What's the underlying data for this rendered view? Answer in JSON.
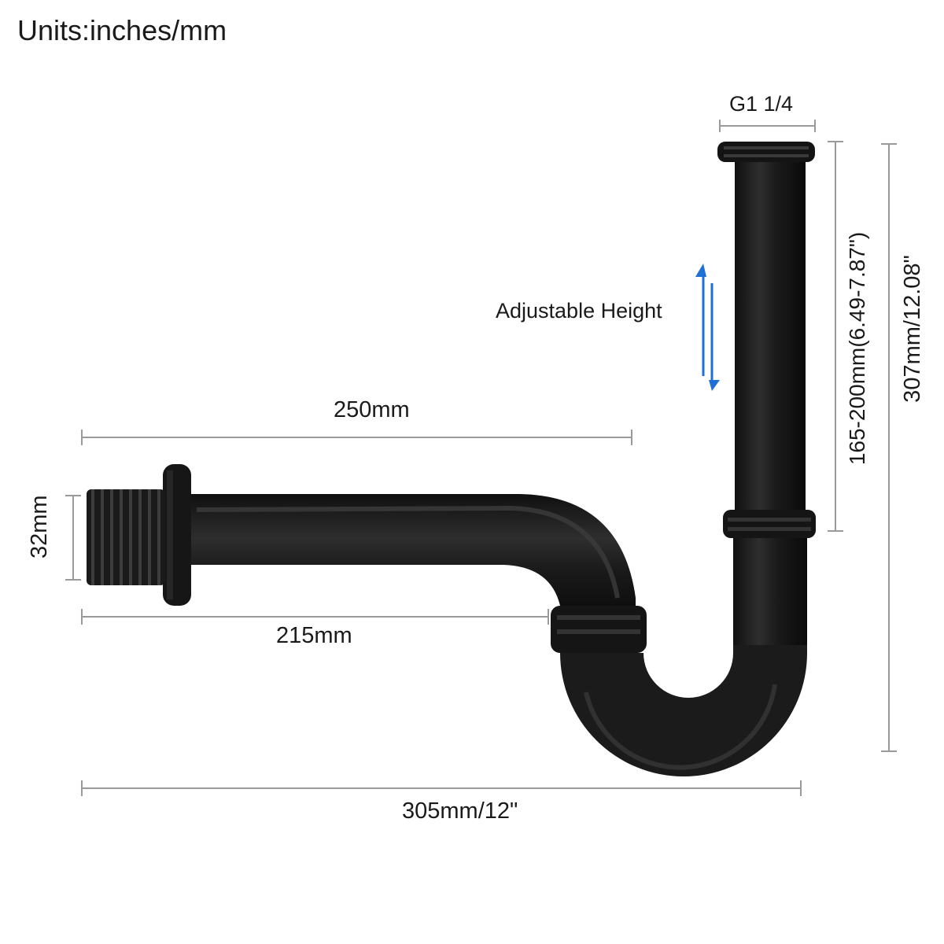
{
  "units_label": "Units:inches/mm",
  "dimensions": {
    "inlet_thread": "G1 1/4",
    "adjustable_height_note": "Adjustable Height",
    "height_range": "165-200mm(6.49-7.87\")",
    "total_height": "307mm/12.08\"",
    "outlet_length": "250mm",
    "horizontal_pipe_length": "215mm",
    "outlet_diameter": "32mm",
    "total_width": "305mm/12\""
  },
  "colors": {
    "pipe": "#1c1c1c",
    "dimension_line": "#9a9a9a",
    "arrow": "#1e6fd6",
    "text": "#1a1a1a"
  },
  "icons": {
    "height_arrows": "up-down-arrows-icon"
  }
}
